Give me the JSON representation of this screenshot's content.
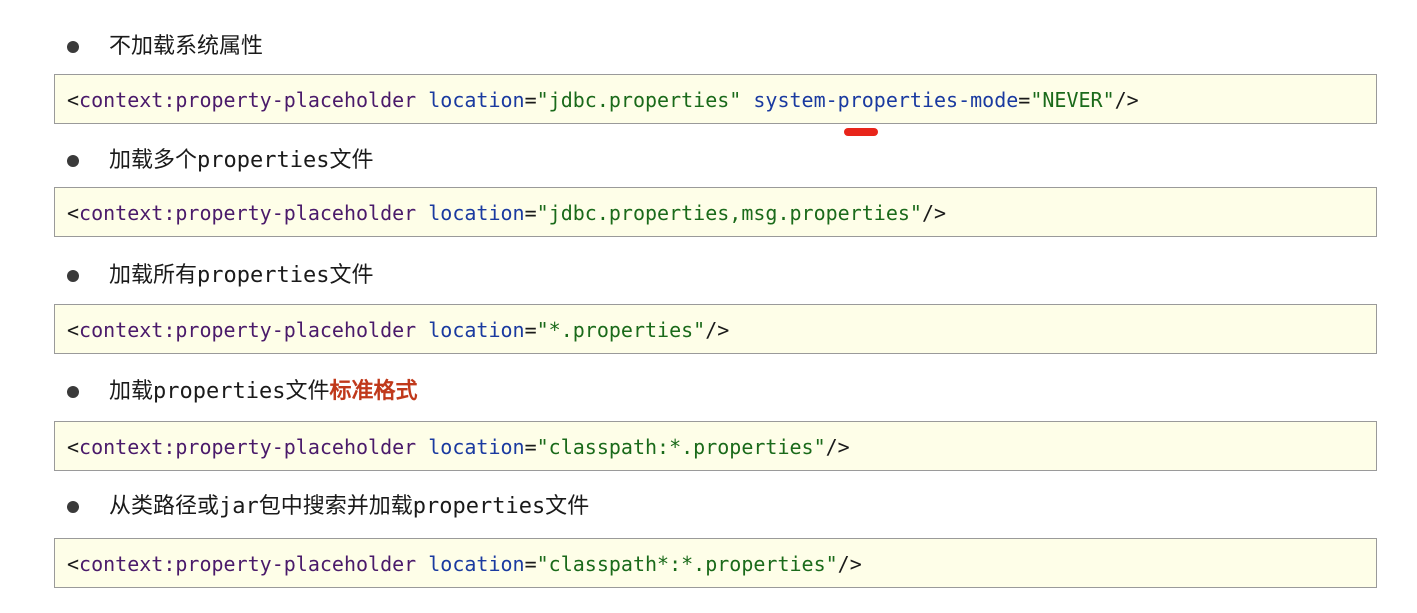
{
  "sections": [
    {
      "heading": "不加载系统属性",
      "heading_highlight": "",
      "code": {
        "open": "<",
        "tag": "context:property-placeholder",
        "attr1": "location",
        "eq1": "=",
        "val1": "\"jdbc.properties\"",
        "attr2": "system-properties-mode",
        "eq2": "=",
        "val2": "\"NEVER\"",
        "close": "/>"
      }
    },
    {
      "heading": "加载多个properties文件",
      "heading_highlight": "",
      "code": {
        "open": "<",
        "tag": "context:property-placeholder",
        "attr1": "location",
        "eq1": "=",
        "val1": "\"jdbc.properties,msg.properties\"",
        "close": "/>"
      }
    },
    {
      "heading": "加载所有properties文件",
      "heading_highlight": "",
      "code": {
        "open": "<",
        "tag": "context:property-placeholder",
        "attr1": "location",
        "eq1": "=",
        "val1": "\"*.properties\"",
        "close": "/>"
      }
    },
    {
      "heading": "加载properties文件",
      "heading_highlight": "标准格式",
      "code": {
        "open": "<",
        "tag": "context:property-placeholder",
        "attr1": "location",
        "eq1": "=",
        "val1": "\"classpath:*.properties\"",
        "close": "/>"
      }
    },
    {
      "heading": "从类路径或jar包中搜索并加载properties文件",
      "heading_highlight": "",
      "code": {
        "open": "<",
        "tag": "context:property-placeholder",
        "attr1": "location",
        "eq1": "=",
        "val1": "\"classpath*:*.properties\"",
        "close": "/>"
      }
    }
  ],
  "colors": {
    "code_background": "#fefee8",
    "highlight_text": "#c0391b",
    "annotation_mark": "#e8251a"
  }
}
